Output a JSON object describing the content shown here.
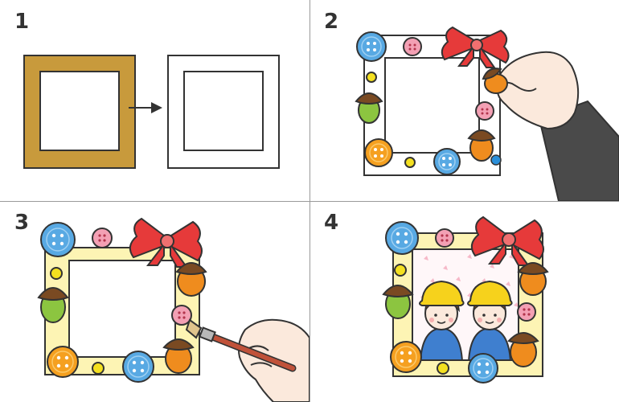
{
  "steps": [
    {
      "number": "1"
    },
    {
      "number": "2"
    },
    {
      "number": "3"
    },
    {
      "number": "4"
    }
  ],
  "colors": {
    "cardboard": "#c89a3c",
    "frame_white": "#ffffff",
    "frame_yellow": "#fdf4b4",
    "button_blue": "#58a9e3",
    "button_pink": "#f3a0b4",
    "button_orange": "#f5a020",
    "button_yellow": "#f4e020",
    "ribbon_red": "#e63a3a",
    "acorn_green": "#8cc540",
    "acorn_orange": "#ef8c1e",
    "acorn_cap": "#7a4a22",
    "glue_brush": "#c0523a",
    "sleeve_gray": "#4a4a4a",
    "hat_yellow": "#f6d21c",
    "uniform_blue": "#3f7fcf",
    "outline": "#333333"
  },
  "icons": [
    "arrow-right-icon",
    "ribbon-bow-icon",
    "button-icon",
    "acorn-icon",
    "hand-icon",
    "glue-brush-icon"
  ]
}
